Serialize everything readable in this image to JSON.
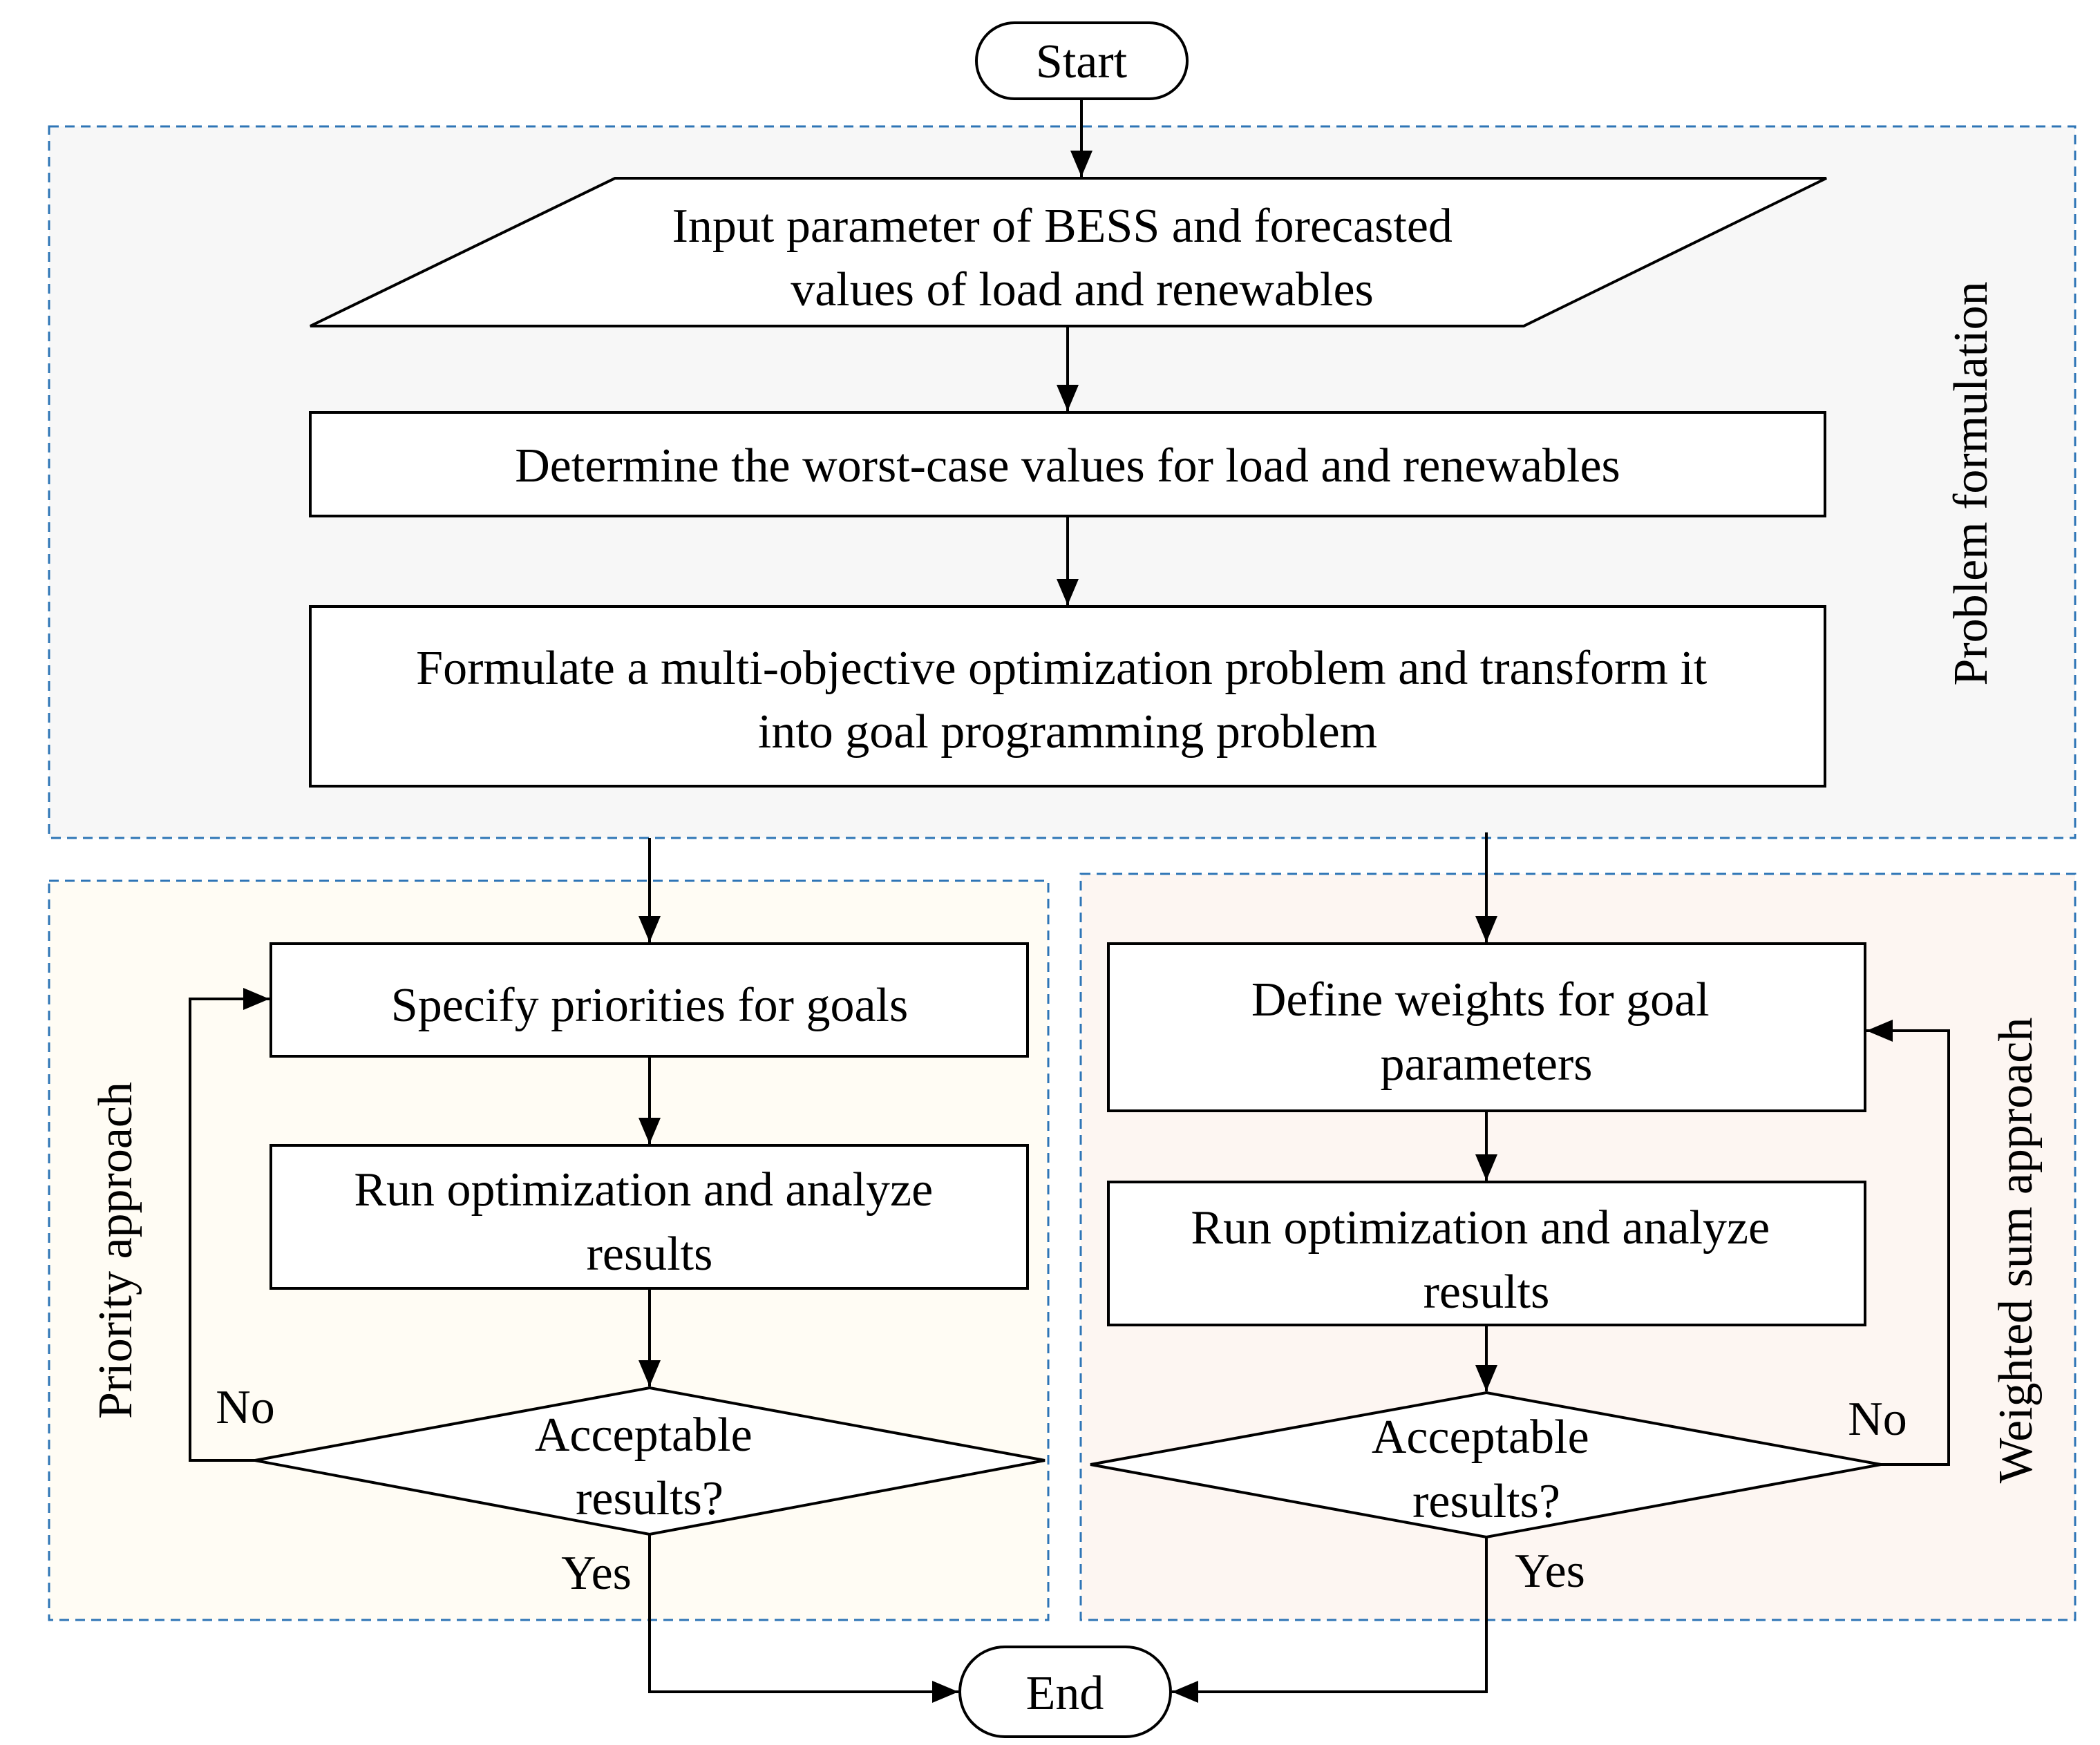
{
  "terminals": {
    "start": "Start",
    "end": "End"
  },
  "groups": {
    "problem": {
      "label": "Problem formulation",
      "fill": "#f7f7f7",
      "border": "#2e75b6",
      "label_color": "#2e75b6"
    },
    "priority": {
      "label": "Priority approach",
      "fill": "#fffcf4",
      "border": "#2e75b6",
      "label_color": "#2e75b6"
    },
    "weighted": {
      "label": "Weighted sum approach",
      "fill": "#fdf6f2",
      "border": "#2e75b6",
      "label_color": "#2e75b6"
    }
  },
  "steps": {
    "input": [
      "Input parameter of BESS and forecasted",
      "values of load and renewables"
    ],
    "worst_case": [
      "Determine the worst-case values for load and renewables"
    ],
    "formulate": [
      "Formulate a multi-objective optimization problem and transform it",
      "into goal programming problem"
    ],
    "priority_specify": [
      "Specify priorities for goals"
    ],
    "priority_run": [
      "Run optimization and analyze",
      "results"
    ],
    "priority_decision": [
      "Acceptable",
      "results?"
    ],
    "weighted_define": [
      "Define weights for goal",
      "parameters"
    ],
    "weighted_run": [
      "Run optimization and analyze",
      "results"
    ],
    "weighted_decision": [
      "Acceptable",
      "results?"
    ]
  },
  "branch_labels": {
    "priority_no": "No",
    "priority_yes": "Yes",
    "weighted_no": "No",
    "weighted_yes": "Yes"
  }
}
